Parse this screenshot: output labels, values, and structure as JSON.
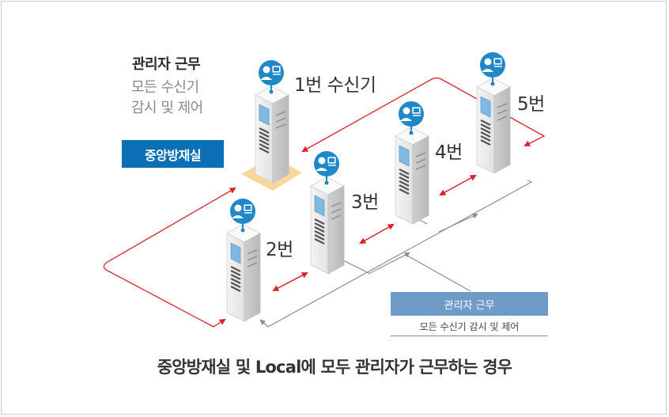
{
  "left_panel": {
    "heading": "관리자 근무",
    "desc_line1": "모든 수신기",
    "desc_line2": "감시 및 제어",
    "badge": "중앙방재실"
  },
  "receivers": [
    {
      "id": "1",
      "label": "1번 수신기"
    },
    {
      "id": "2",
      "label": "2번"
    },
    {
      "id": "3",
      "label": "3번"
    },
    {
      "id": "4",
      "label": "4번"
    },
    {
      "id": "5",
      "label": "5번"
    }
  ],
  "admin_box": {
    "title": "관리자 근무",
    "subtitle": "모든 수신기 감시 및 제어"
  },
  "caption": "중앙방재실 및 Local에 모두 관리자가 근무하는 경우",
  "colors": {
    "link_red": "#d9222a",
    "link_gray": "#8d8d8d",
    "badge_blue": "#0b6fb6",
    "admin_blue": "#6f9cc7",
    "person_blue": "#1e88c8",
    "highlight_pad": "#f7d79a"
  }
}
